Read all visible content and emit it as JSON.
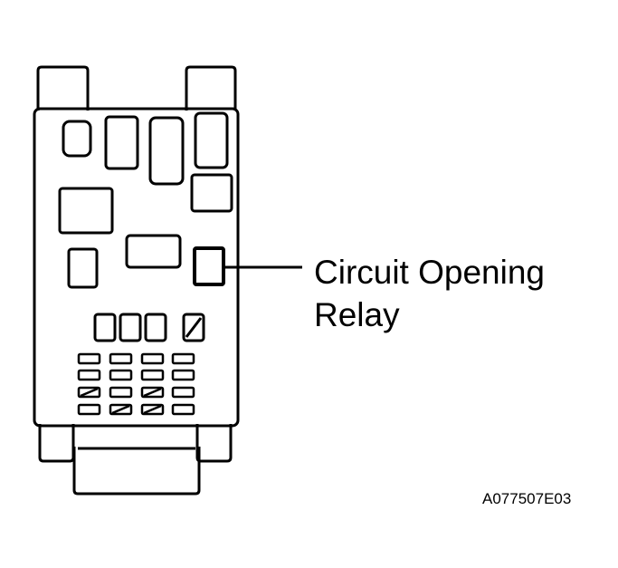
{
  "callout": {
    "line1": "Circuit Opening",
    "line2": "Relay"
  },
  "figure_code": "A077507E03",
  "colors": {
    "stroke": "#000000",
    "background": "#ffffff"
  }
}
